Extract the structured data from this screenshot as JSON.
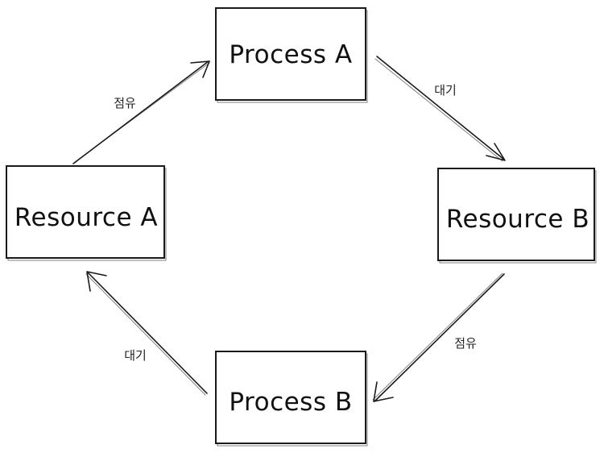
{
  "nodes": {
    "process_a": "Process A",
    "resource_b": "Resource B",
    "process_b": "Process B",
    "resource_a": "Resource A"
  },
  "edges": {
    "resource_a_to_process_a": "점유",
    "process_a_to_resource_b": "대기",
    "resource_b_to_process_b": "점유",
    "process_b_to_resource_a": "대기"
  }
}
